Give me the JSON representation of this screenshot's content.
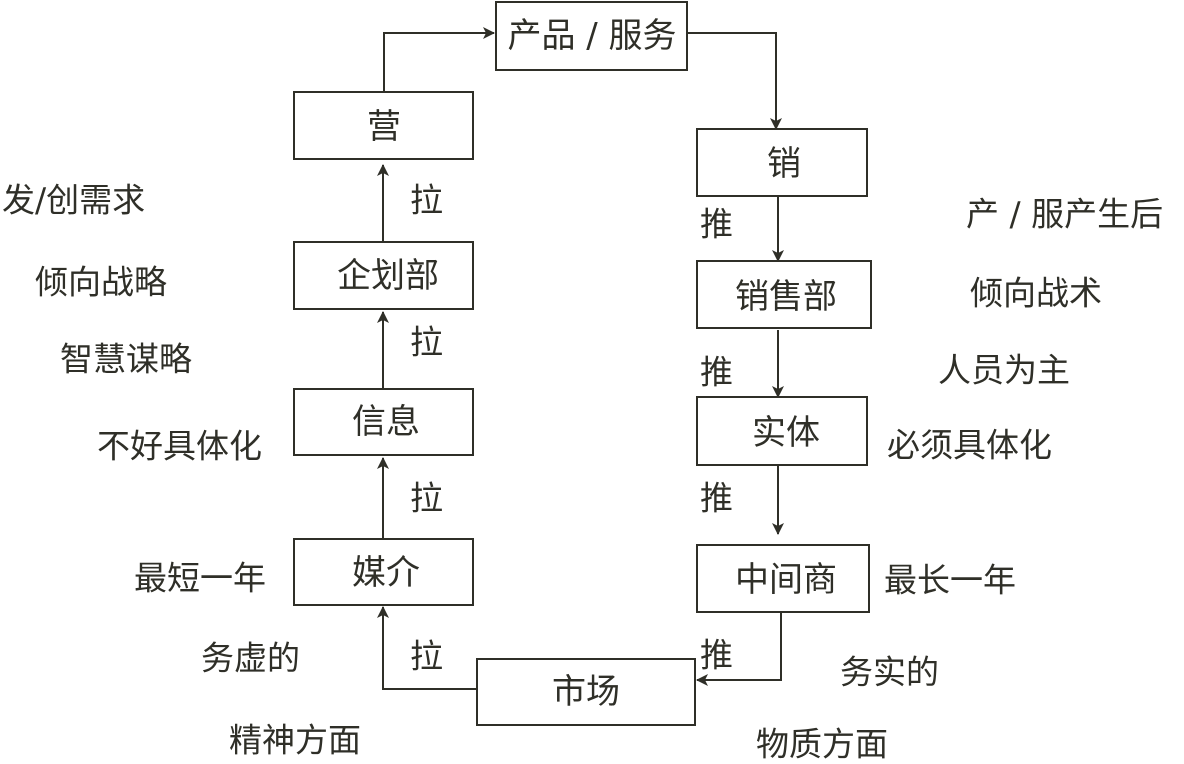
{
  "colors": {
    "ink": "#2f2f28",
    "background": "#ffffff"
  },
  "nodes": {
    "product_service": "产品 / 服务",
    "ying": "营",
    "planning_dept": "企划部",
    "information": "信息",
    "media": "媒介",
    "market": "市场",
    "xiao": "销",
    "sales_dept": "销售部",
    "entity": "实体",
    "middleman": "中间商"
  },
  "edge_labels": {
    "pull": "拉",
    "push": "推"
  },
  "left_notes": {
    "create_demand": "发/创需求",
    "strategic": "倾向战略",
    "wisdom": "智慧谋略",
    "not_concrete": "不好具体化",
    "min_one_year": "最短一年",
    "abstract": "务虚的",
    "spiritual": "精神方面"
  },
  "right_notes": {
    "after_product": "产 / 服产生后",
    "tactical": "倾向战术",
    "personnel": "人员为主",
    "must_concrete": "必须具体化",
    "max_one_year": "最长一年",
    "practical": "务实的",
    "material": "物质方面"
  }
}
